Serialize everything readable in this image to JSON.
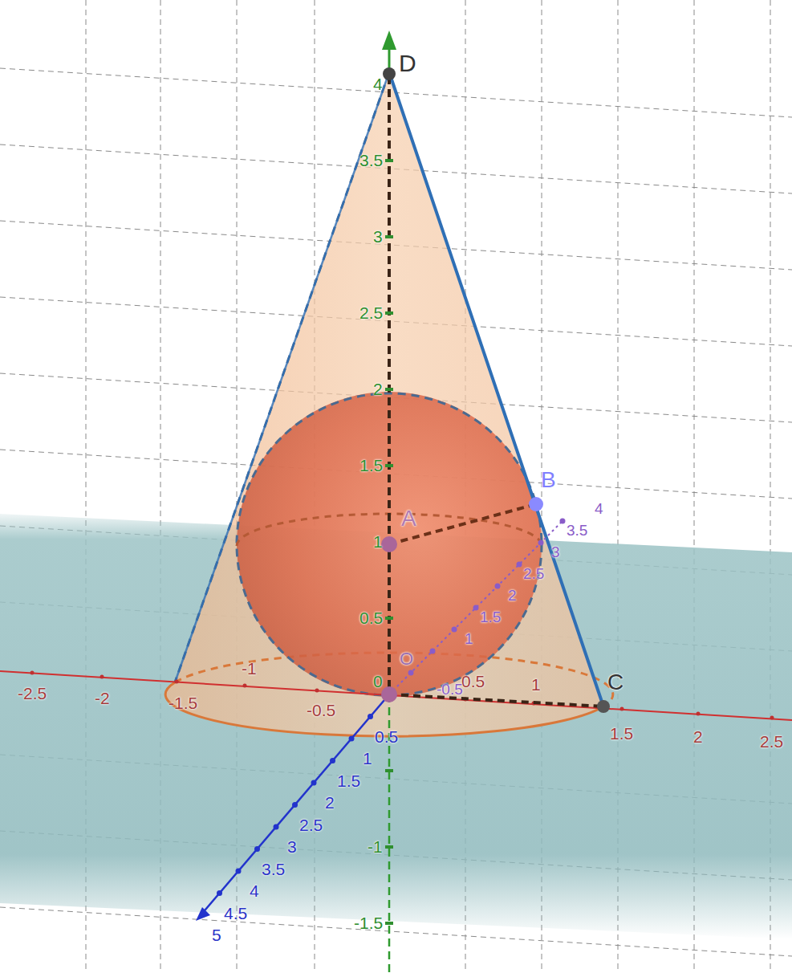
{
  "diagram": {
    "labels": [
      "4",
      "3.5",
      "3",
      "2.5",
      "2",
      "1.5",
      "1",
      "0.5",
      "0",
      "-1",
      "-1.5",
      "-2.5",
      "-2",
      "-1.5",
      "-1",
      "-0.5",
      "0.5",
      "1",
      "1.5",
      "2",
      "2.5",
      "0.5",
      "1",
      "1.5",
      "2",
      "2.5",
      "3",
      "3.5",
      "4",
      "4.5",
      "5",
      "-0.5",
      "1",
      "1.5",
      "2",
      "2.5",
      "3",
      "3.5",
      "4",
      "D",
      "A",
      "B",
      "C",
      "O"
    ]
  }
}
